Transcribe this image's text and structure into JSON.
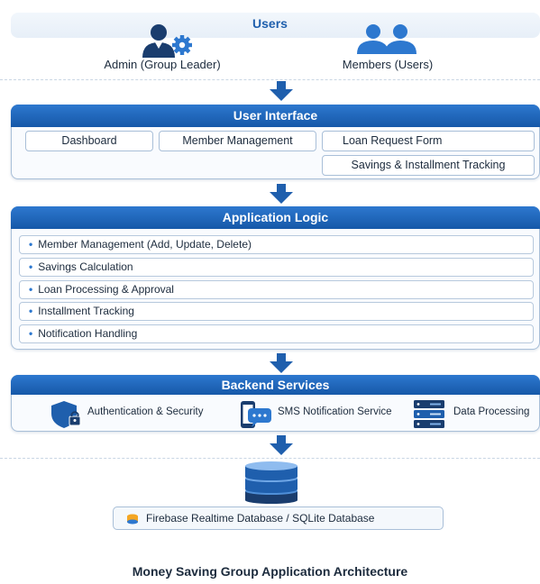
{
  "users": {
    "title": "Users",
    "admin_label": "Admin (Group Leader)",
    "members_label": "Members (Users)"
  },
  "user_interface": {
    "title": "User Interface",
    "items": [
      "Dashboard",
      "Member Management",
      "Loan Request Form",
      "Savings & Installment Tracking"
    ]
  },
  "application_logic": {
    "title": "Application Logic",
    "items": [
      "Member Management (Add, Update, Delete)",
      "Savings Calculation",
      "Loan Processing & Approval",
      "Installment Tracking",
      "Notification Handling"
    ]
  },
  "backend_services": {
    "title": "Backend Services",
    "items": [
      {
        "label": "Authentication & Security",
        "icon": "shield-lock-icon"
      },
      {
        "label": "SMS Notification Service",
        "icon": "phone-sms-icon"
      },
      {
        "label": "Data Processing",
        "icon": "server-icon"
      }
    ]
  },
  "database": {
    "label": "Firebase Realtime Database / SQLite Database",
    "icon": "database-icon"
  },
  "footer": {
    "title": "Money Saving Group Application Architecture"
  },
  "colors": {
    "header_blue": "#1f6ac2",
    "accent_blue": "#2d78cf",
    "icon_dark": "#1a3d6e",
    "text": "#1c2b3d",
    "firebase_orange": "#f4a623"
  }
}
